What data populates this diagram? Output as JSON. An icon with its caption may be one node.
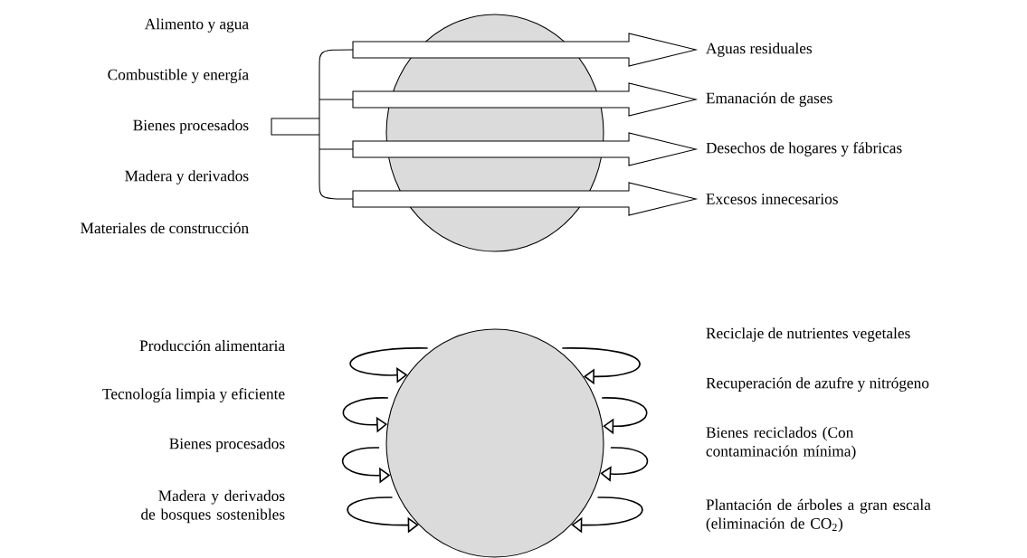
{
  "diagram": {
    "nodes": [
      {
        "text": [],
        "shape": "circle"
      },
      {
        "text": [
          "Aguas residuales"
        ]
      },
      {
        "text": [
          "Emanación de gases"
        ]
      },
      {
        "text": [
          "Desechos de hogares y fábricas"
        ]
      },
      {
        "text": [
          "Excesos innecesarios"
        ]
      },
      {
        "text": [],
        "shape": "circle"
      }
    ],
    "edges": [
      {
        "from": null,
        "to": 1,
        "arrow": "to"
      },
      {
        "from": null,
        "to": 2,
        "arrow": "to"
      },
      {
        "from": null,
        "to": 3,
        "arrow": "to"
      },
      {
        "from": null,
        "to": 4,
        "arrow": "to"
      },
      {
        "from": null,
        "to": 5,
        "arrow": "to"
      },
      {
        "from": null,
        "to": 5,
        "arrow": "to"
      },
      {
        "from": null,
        "to": 5,
        "arrow": "to"
      },
      {
        "from": null,
        "to": 5,
        "arrow": "to"
      },
      {
        "from": null,
        "to": 5,
        "arrow": "to"
      },
      {
        "from": null,
        "to": 5,
        "arrow": "to"
      },
      {
        "from": null,
        "to": 5,
        "arrow": "to"
      },
      {
        "from": null,
        "to": 5,
        "arrow": "to"
      }
    ],
    "labels": [
      "Alimento y agua",
      "Combustible y energía",
      "Bienes procesados",
      "Madera y derivados",
      "Materiales de construcción",
      "Producción alimentaria",
      "Tecnología limpia y eficiente",
      "Bienes procesados",
      "Madera y derivados de bosques sostenibles",
      "Reciclaje de nutrientes vegetales",
      "Recuperación de azufre y nitrógeno",
      "Bienes reciclados (Con contaminación mínima)",
      "Plantación de árboles a gran escala (eliminación de CO$_{2}$)"
    ]
  }
}
